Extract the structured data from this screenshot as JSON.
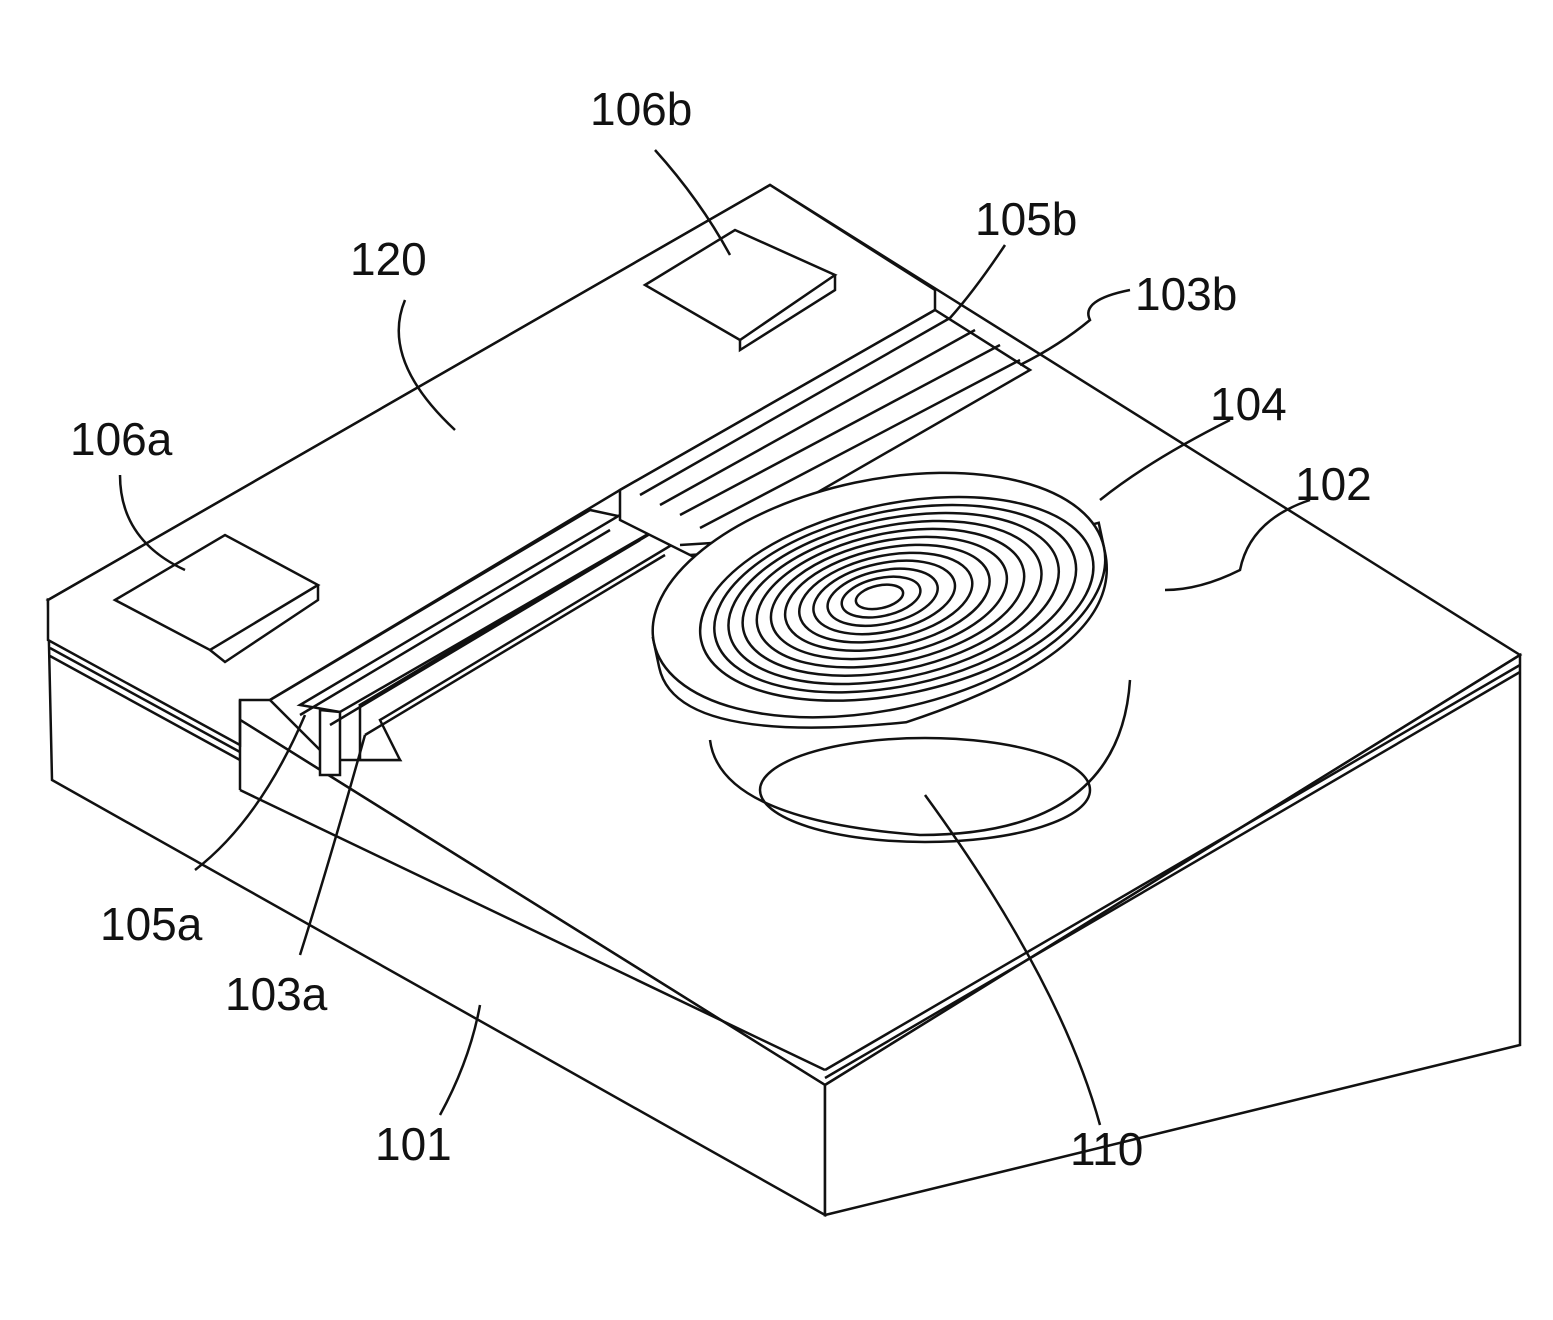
{
  "figure": {
    "labels": {
      "l106b": "106b",
      "l105b": "105b",
      "l120": "120",
      "l103b": "103b",
      "l106a": "106a",
      "l104": "104",
      "l102": "102",
      "l105a": "105a",
      "l103a": "103a",
      "l101": "101",
      "l110": "110"
    }
  }
}
